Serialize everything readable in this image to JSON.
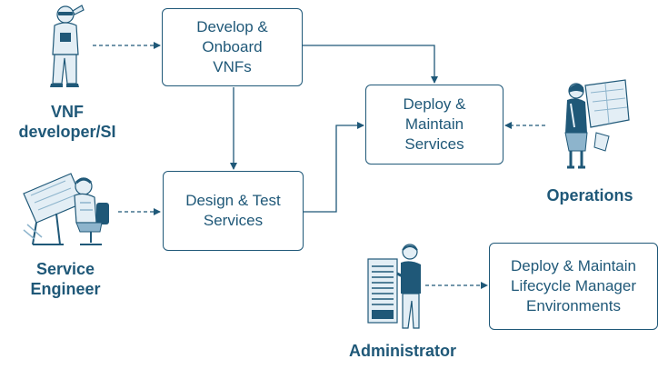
{
  "colors": {
    "primary": "#1f5878",
    "light": "#e3eef5",
    "mid": "#8db4cc"
  },
  "boxes": {
    "develop": "Develop &\nOnboard\nVNFs",
    "design": "Design & Test\nServices",
    "deploy": "Deploy &\nMaintain\nServices",
    "lifecycle": "Deploy & Maintain\nLifecycle Manager\nEnvironments"
  },
  "actors": {
    "vnf_developer": "VNF\ndeveloper/SI",
    "service_engineer": "Service\nEngineer",
    "operations": "Operations",
    "administrator": "Administrator"
  },
  "icons": {
    "vnf_developer": "developer-person-icon",
    "service_engineer": "engineer-at-drafting-table-icon",
    "operations": "operations-woman-with-map-icon",
    "administrator": "administrator-with-server-rack-icon"
  }
}
